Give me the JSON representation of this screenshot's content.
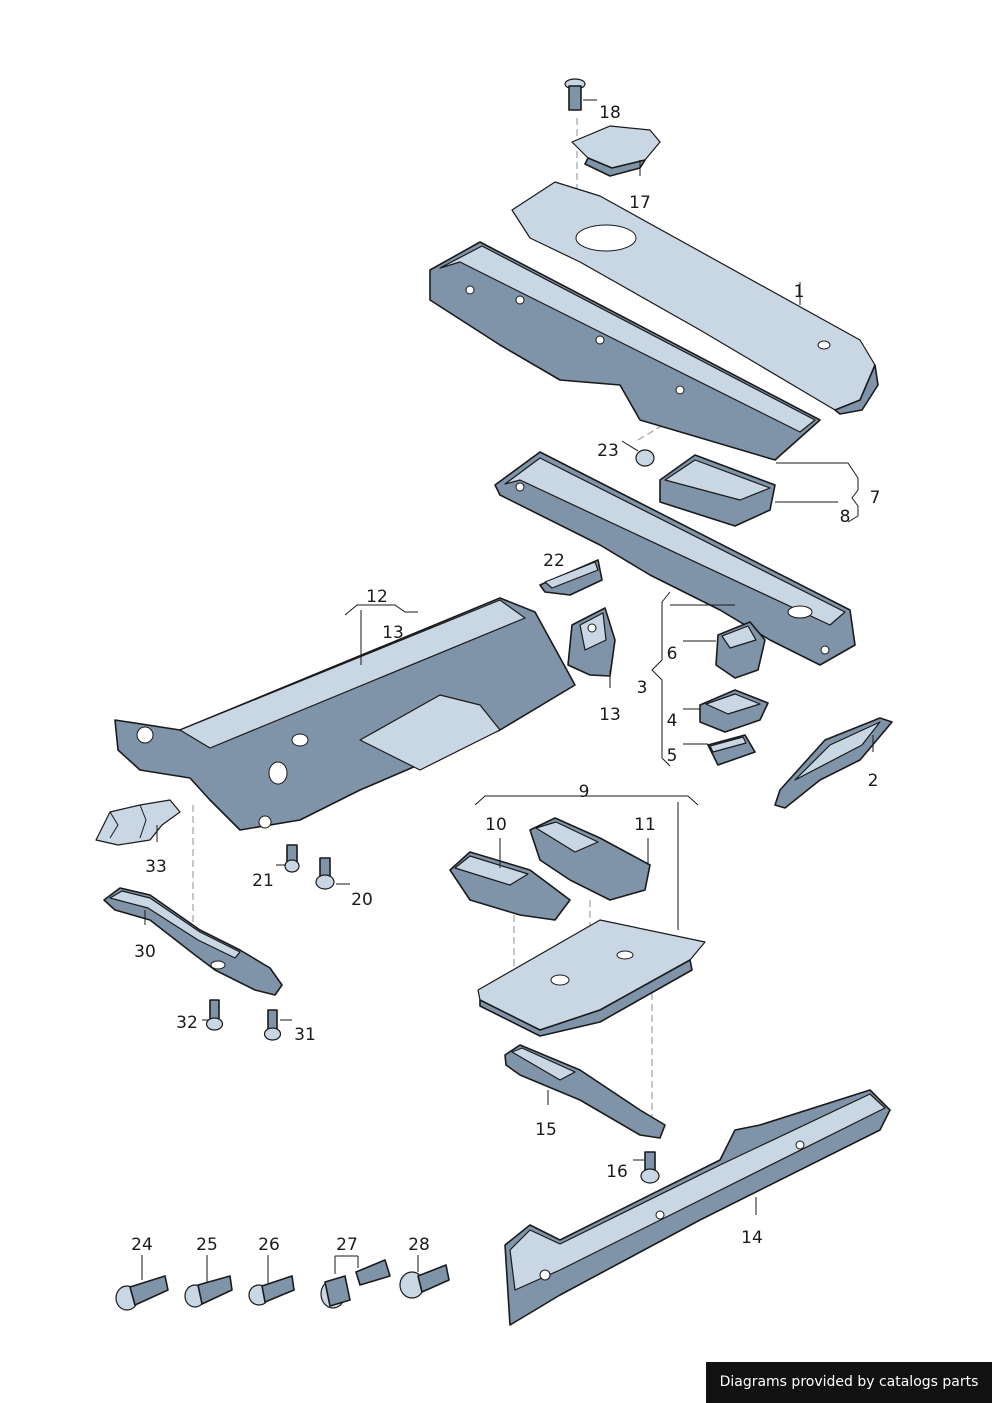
{
  "callouts": {
    "c1": "1",
    "c2": "2",
    "c3": "3",
    "c4": "4",
    "c5": "5",
    "c6": "6",
    "c7": "7",
    "c8": "8",
    "c9": "9",
    "c10": "10",
    "c11": "11",
    "c12": "12",
    "c13a": "13",
    "c13b": "13",
    "c14": "14",
    "c15": "15",
    "c16": "16",
    "c17": "17",
    "c18": "18",
    "c20": "20",
    "c21": "21",
    "c22": "22",
    "c23": "23",
    "c24": "24",
    "c25": "25",
    "c26": "26",
    "c27": "27",
    "c28": "28",
    "c30": "30",
    "c31": "31",
    "c32": "32",
    "c33": "33"
  },
  "watermark": "Diagrams provided by catalogs parts",
  "colors": {
    "part": "#7f93a9",
    "part_light": "#c9d6e3",
    "line": "#1a1a1a",
    "watermark_bg": "#111111"
  }
}
